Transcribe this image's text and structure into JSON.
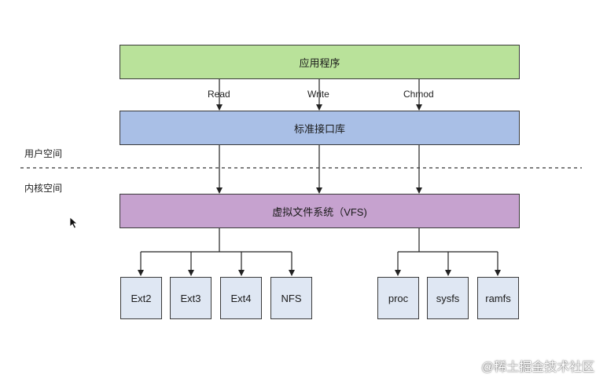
{
  "layers": {
    "app": "应用程序",
    "lib": "标准接口库",
    "vfs": "虚拟文件系统（VFS)"
  },
  "calls": {
    "read": "Read",
    "write": "Write",
    "chmod": "Chmod"
  },
  "regions": {
    "user_space": "用户空间",
    "kernel_space": "内核空间"
  },
  "filesystems": {
    "left": [
      "Ext2",
      "Ext3",
      "Ext4",
      "NFS"
    ],
    "right": [
      "proc",
      "sysfs",
      "ramfs"
    ]
  },
  "watermark": {
    "icon": "at-icon",
    "text": "@稀土掘金技术社区"
  },
  "colors": {
    "app": "#b9e29a",
    "lib": "#a9bfe6",
    "vfs": "#c6a2cf",
    "fs": "#dfe7f3"
  }
}
